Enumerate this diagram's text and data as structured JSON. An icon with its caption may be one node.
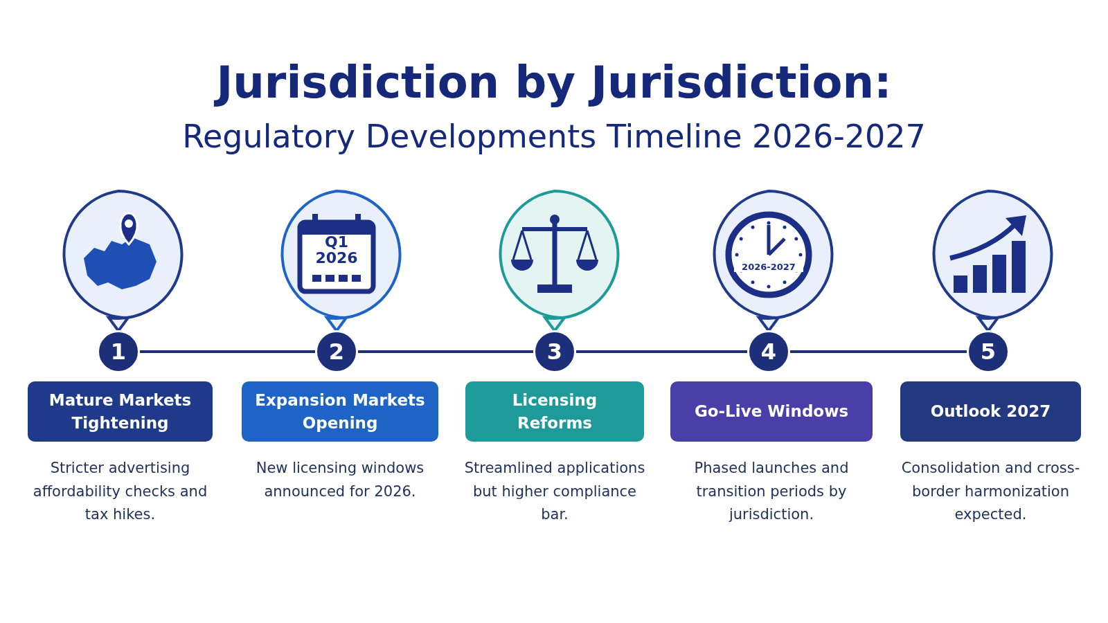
{
  "diagram": {
    "title": "Jurisdiction by Jurisdiction:",
    "nodes": [
      {
        "text": [
          "1"
        ]
      },
      {
        "text": [
          "2"
        ]
      },
      {
        "text": [
          "3"
        ]
      },
      {
        "text": [
          "4"
        ]
      },
      {
        "text": [
          "5"
        ]
      },
      {
        "text": [
          "Mature Markets Tightening"
        ],
        "beside": [
          "Stricter advertising affordability checks and tax hikes."
        ]
      },
      {
        "text": [
          "Expansion Markets Opening"
        ],
        "beside": [
          "New licensing windows announced for 2026."
        ]
      },
      {
        "text": [
          "Licensing Reforms"
        ],
        "beside": [
          "Streamlined applications but higher compliance bar."
        ]
      },
      {
        "text": [
          "Go-Live Windows"
        ],
        "beside": [
          "Phased launches and transition periods by jurisdiction."
        ]
      },
      {
        "text": [
          "Outlook 2027"
        ],
        "beside": [
          "Consolidation and cross-border harmonization expected."
        ]
      }
    ],
    "edges": [
      {
        "from": 0,
        "to": 1,
        "arrow": "none"
      },
      {
        "from": 1,
        "to": 2,
        "arrow": "none"
      },
      {
        "from": 2,
        "to": 3,
        "arrow": "none"
      },
      {
        "from": 3,
        "to": 4,
        "arrow": "none"
      }
    ],
    "labels": [
      "Regulatory Developments Timeline 2026-2027",
      "Q1 2026",
      "2026-2027"
    ]
  }
}
